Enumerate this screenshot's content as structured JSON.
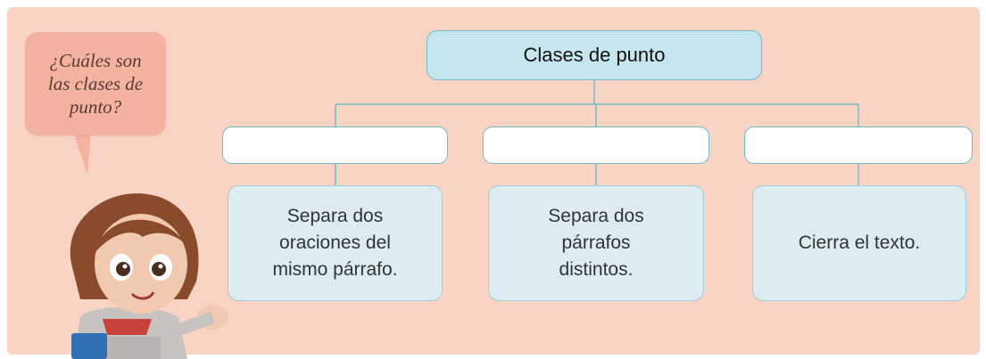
{
  "question": "¿Cuáles son\nlas clases de\npunto?",
  "root": "Clases de punto",
  "branches": [
    {
      "label": "",
      "description": "Separa dos\noraciones del\nmismo párrafo."
    },
    {
      "label": "",
      "description": "Separa dos\npárrafos\ndistintos."
    },
    {
      "label": "",
      "description": "Cierra el texto."
    }
  ]
}
